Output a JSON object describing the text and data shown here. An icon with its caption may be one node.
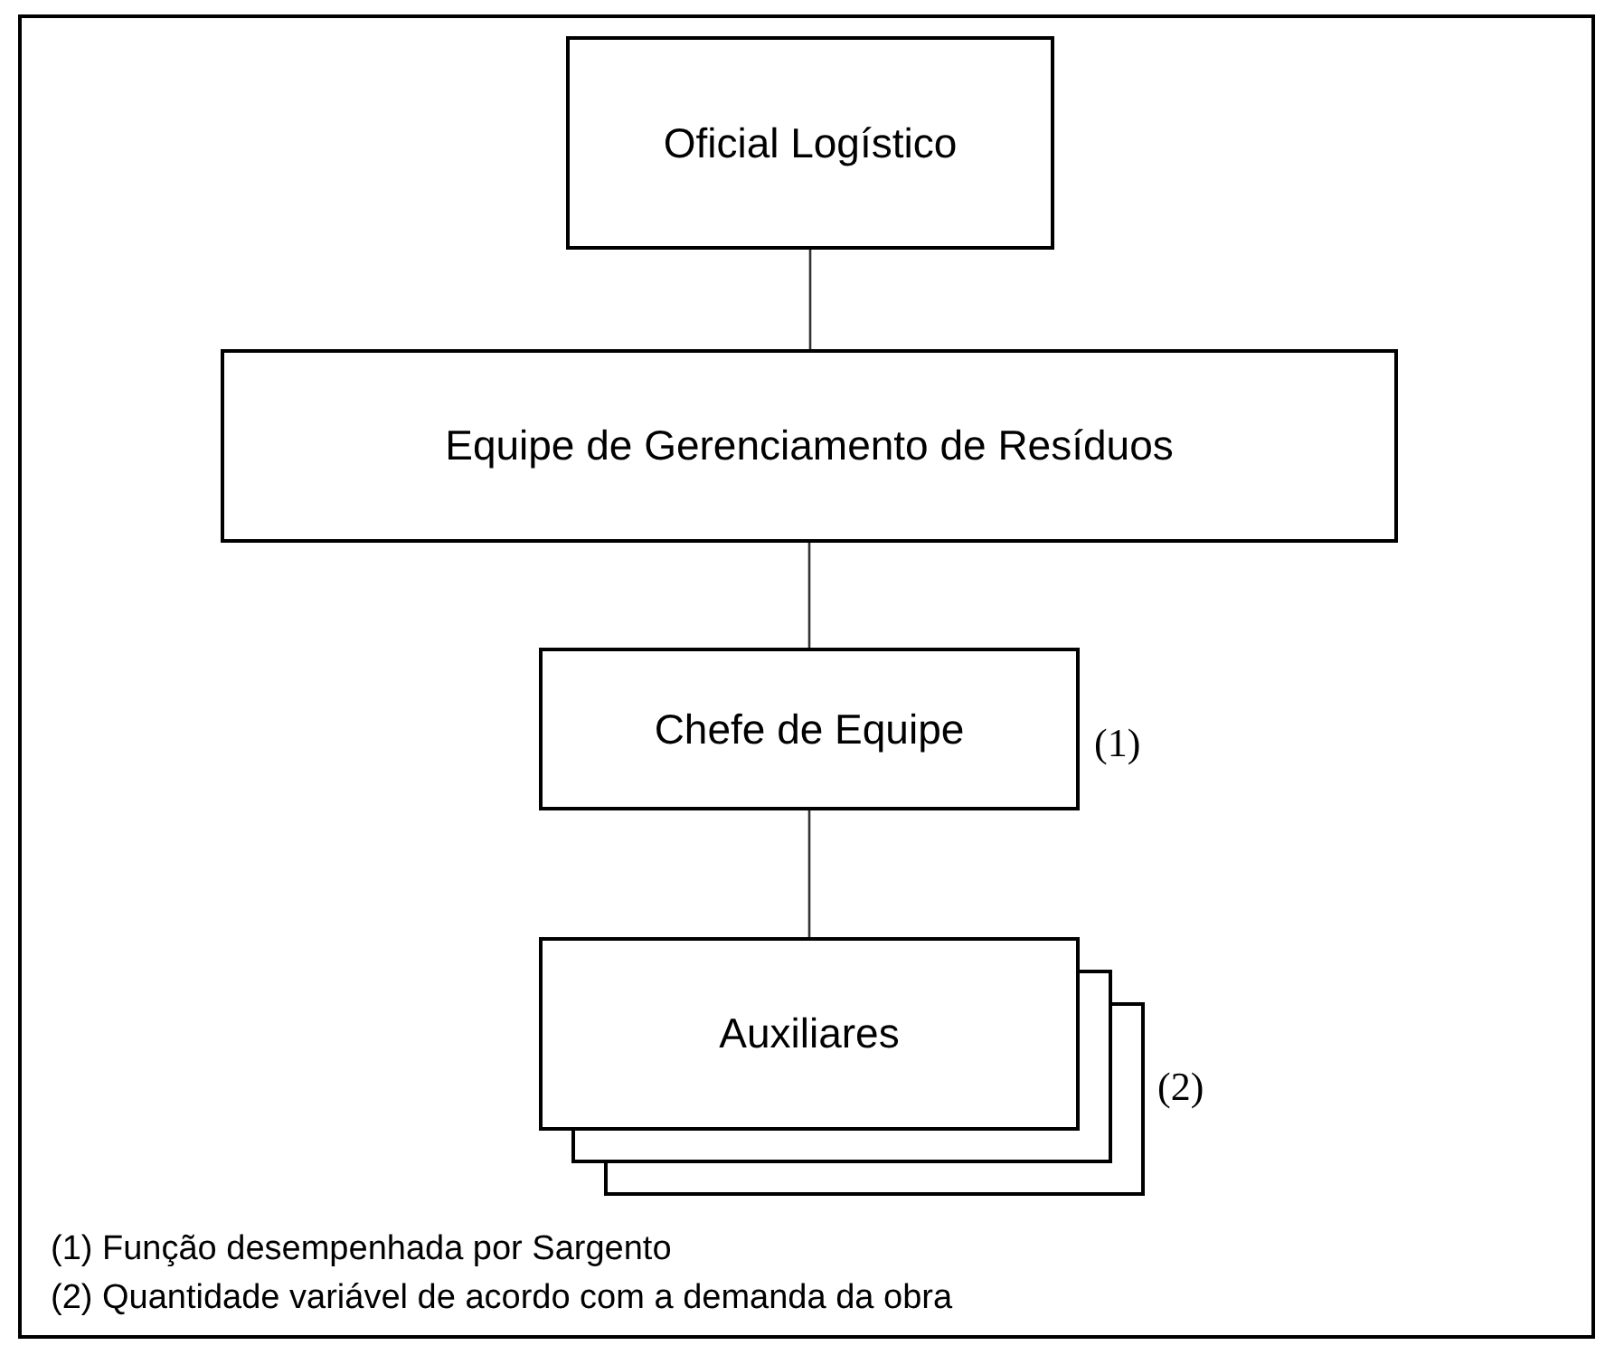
{
  "diagram": {
    "nodes": [
      {
        "text": [
          "Oficial Logístico"
        ]
      },
      {
        "text": [
          "Equipe de Gerenciamento de Resíduos"
        ]
      },
      {
        "text": [
          "Chefe de Equipe"
        ],
        "beside": [
          "(1)"
        ]
      },
      {
        "text": [
          "Auxiliares"
        ],
        "beside": [
          "(2)"
        ]
      }
    ],
    "edges": [
      {
        "from": 0,
        "to": 1,
        "arrow": "none"
      },
      {
        "from": 1,
        "to": 2,
        "arrow": "none"
      },
      {
        "from": 2,
        "to": 3,
        "arrow": "none"
      }
    ],
    "labels": [
      "(1) Função desempenhada por Sargento",
      "(2) Quantidade variável de acordo com a demanda da obra"
    ]
  }
}
